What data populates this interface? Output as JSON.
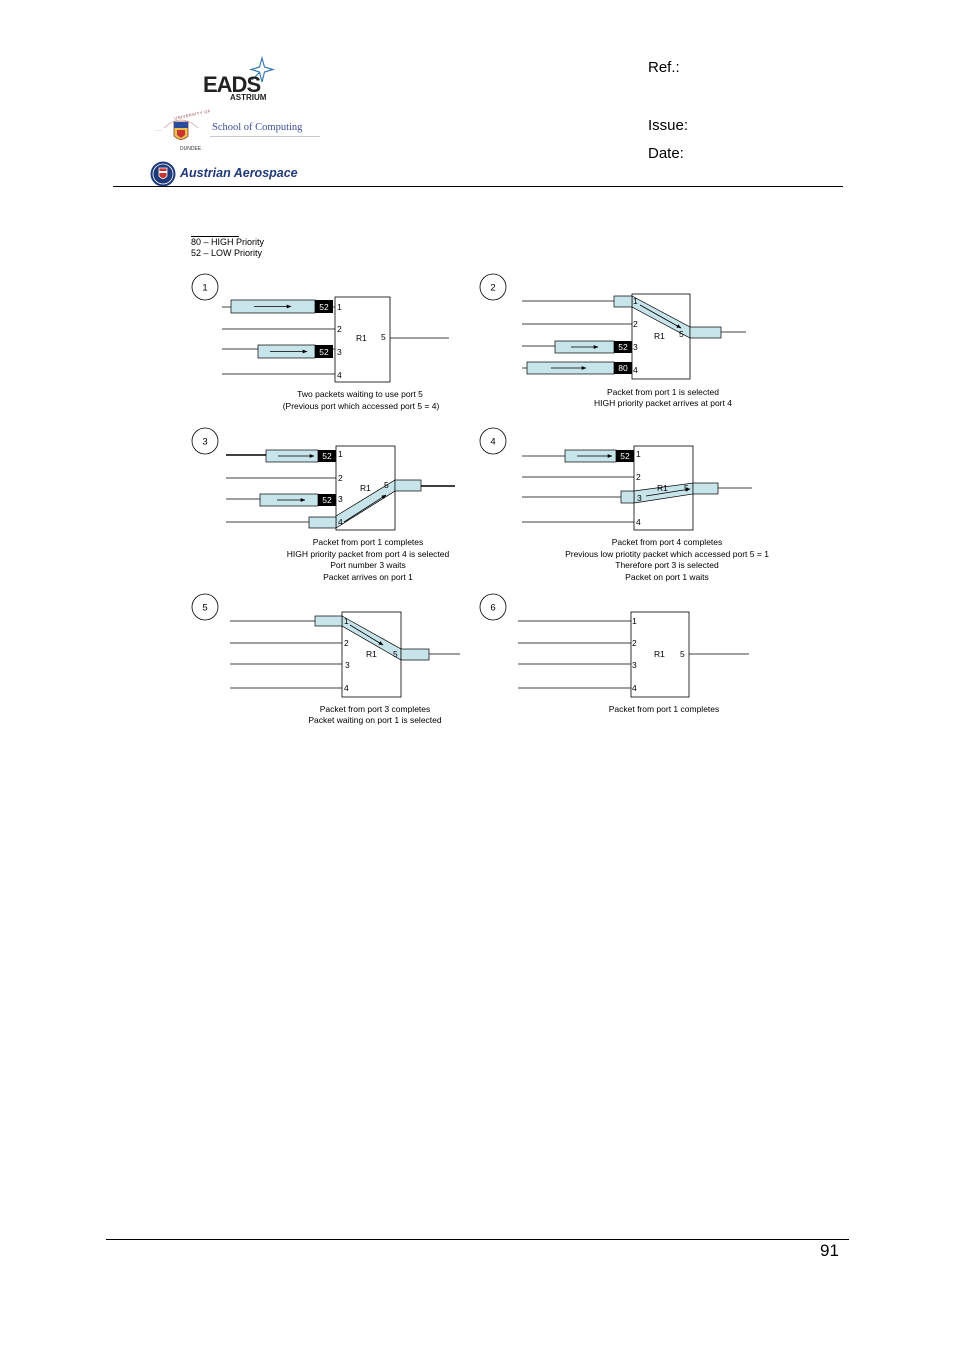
{
  "header": {
    "logos": {
      "eads": "EADS",
      "astrium": "ASTRIUM",
      "dundee_arc": "UNIVERSITY OF",
      "dundee": "DUNDEE",
      "school": "School of Computing",
      "austrian": "Austrian Aerospace"
    },
    "ref_label": "Ref.:",
    "issue_label": "Issue:",
    "date_label": "Date:"
  },
  "legend": {
    "high": "80 – HIGH Priority",
    "low": "52 – LOW Priority"
  },
  "diagram": {
    "router": "R1",
    "ports": [
      "1",
      "2",
      "3",
      "4",
      "5"
    ],
    "low_tag": "52",
    "high_tag": "80",
    "steps": [
      {
        "number": "1",
        "caption": [
          "Two packets waiting to use port 5",
          "(Previous port which accessed port 5 = 4)"
        ]
      },
      {
        "number": "2",
        "caption": [
          "Packet from port 1 is selected",
          "HIGH priority packet arrives at port 4"
        ]
      },
      {
        "number": "3",
        "caption": [
          "Packet from port 1 completes",
          "HIGH priority packet from port 4 is selected",
          "Port number 3 waits",
          "Packet arrives on port 1"
        ]
      },
      {
        "number": "4",
        "caption": [
          "Packet from port 4 completes",
          "Previous low priotity packet which accessed port 5 = 1",
          "Therefore port 3 is selected",
          "Packet on port 1 waits"
        ]
      },
      {
        "number": "5",
        "caption": [
          "Packet from port 3 completes",
          "Packet waiting on port 1 is selected"
        ]
      },
      {
        "number": "6",
        "caption": [
          "Packet from port 1 completes"
        ]
      }
    ]
  },
  "colors": {
    "packet_fill": "#c6e4ea",
    "tag_fill": "#000000"
  },
  "footer": {
    "page_number": "91"
  }
}
